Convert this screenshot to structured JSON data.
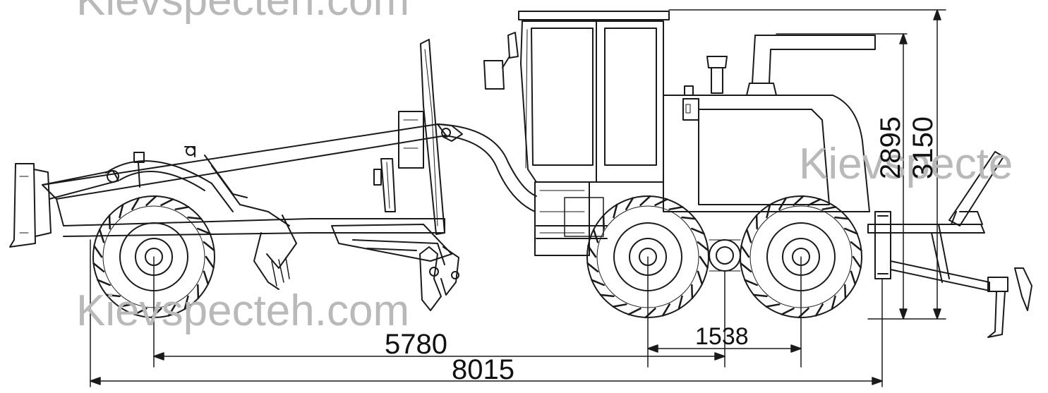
{
  "watermark": "Kievspecteh.com",
  "watermark_cropped_right": "Kievspecte",
  "dimensions": {
    "wheelbase": "5780",
    "overall_length": "8015",
    "tandem_spacing": "1538",
    "height_to_cab": "2895",
    "overall_height": "3150"
  },
  "colors": {
    "line": "#1a1a1a",
    "watermark": "#b9b9b9",
    "background": "#ffffff"
  }
}
